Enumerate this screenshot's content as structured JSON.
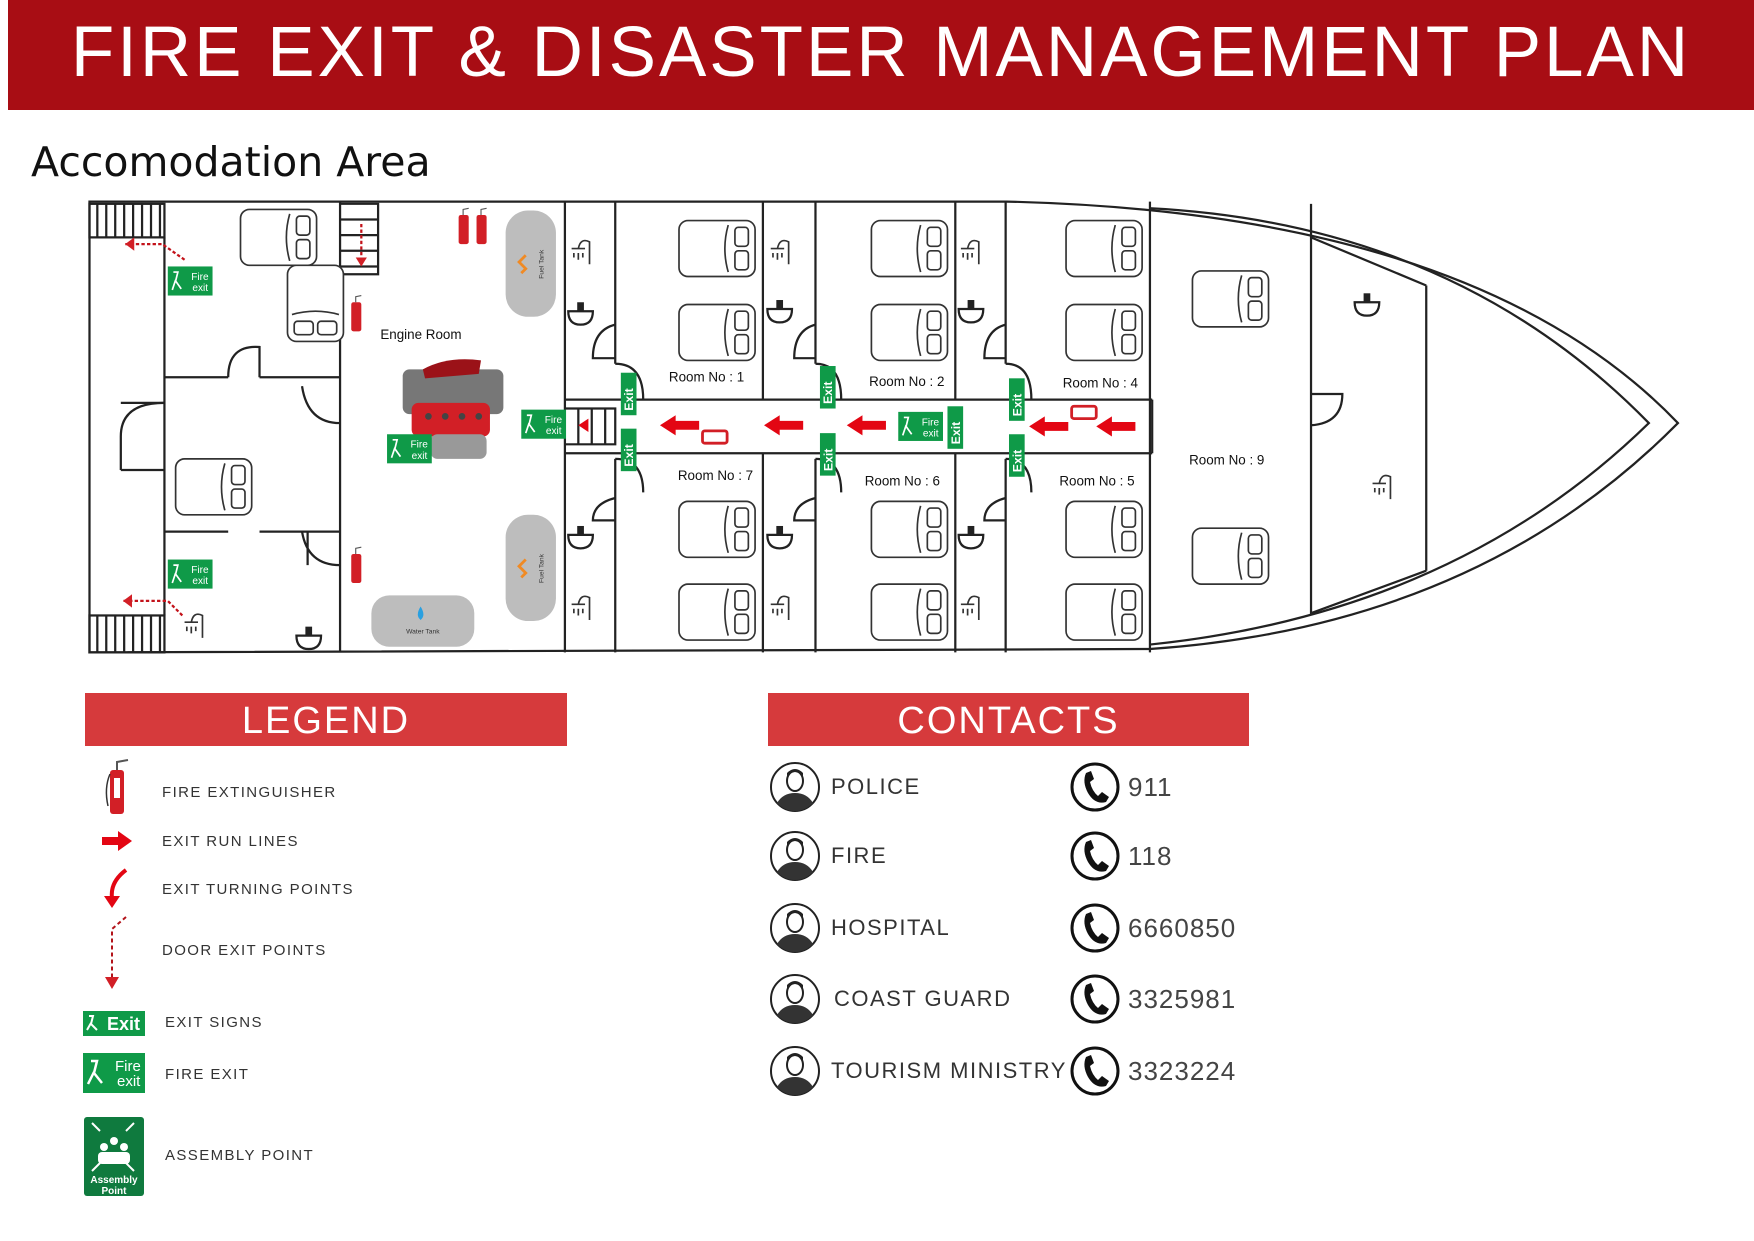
{
  "header": {
    "title": "FIRE EXIT & DISASTER MANAGEMENT PLAN"
  },
  "subtitle": "Accomodation Area",
  "plan": {
    "engine_room": "Engine Room",
    "fuel_tank": "Fuel Tank",
    "water_tank": "Water Tank",
    "exit_sign": "Exit",
    "fire_exit_line1": "Fire",
    "fire_exit_line2": "exit",
    "rooms": [
      "Room No : 1",
      "Room No : 2",
      "Room No : 4",
      "Room No : 7",
      "Room No : 6",
      "Room No : 5",
      "Room No : 9"
    ]
  },
  "legend": {
    "title": "LEGEND",
    "items": [
      {
        "icon": "fire-extinguisher-icon",
        "label": "FIRE EXTINGUISHER"
      },
      {
        "icon": "arrow-right-icon",
        "label": "EXIT RUN LINES"
      },
      {
        "icon": "turning-arrow-icon",
        "label": "EXIT TURNING POINTS"
      },
      {
        "icon": "dashed-arrow-icon",
        "label": "DOOR EXIT POINTS"
      },
      {
        "icon": "exit-sign-icon",
        "label": "EXIT SIGNS"
      },
      {
        "icon": "fire-exit-sign-icon",
        "label": "FIRE EXIT"
      },
      {
        "icon": "assembly-point-icon",
        "label": "ASSEMBLY POINT"
      }
    ],
    "assembly_line1": "Assembly",
    "assembly_line2": "Point"
  },
  "contacts": {
    "title": "CONTACTS",
    "items": [
      {
        "name": "POLICE",
        "number": "911"
      },
      {
        "name": "FIRE",
        "number": "118"
      },
      {
        "name": "HOSPITAL",
        "number": "6660850"
      },
      {
        "name": "COAST GUARD",
        "number": "3325981"
      },
      {
        "name": "TOURISM MINISTRY",
        "number": "3323224"
      }
    ]
  },
  "colors": {
    "header": "#a80d14",
    "bar": "#d63a3c",
    "sign_green": "#0f9a48",
    "arrow_red": "#e30613"
  }
}
